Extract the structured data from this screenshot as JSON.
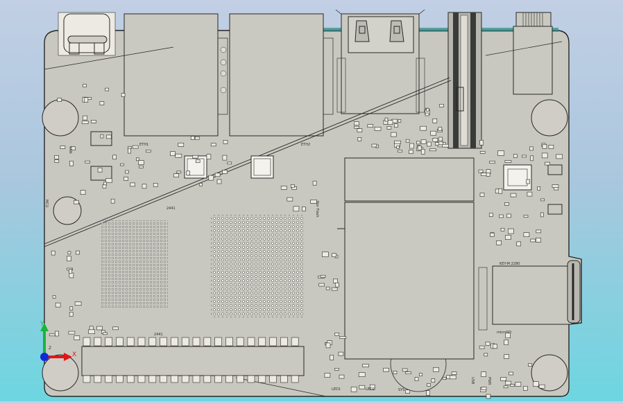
{
  "view": {
    "background_top": "#c2cfe4",
    "background_bottom": "#6dd6e0",
    "board_color": "#c9c8c0",
    "outline_color": "#262626"
  },
  "labels": {
    "eth1": "ETH1",
    "eth2": "ETH2",
    "key_m": "KEY-M 2280",
    "microsd": "microSD",
    "led1": "LED1",
    "led2": "LED2",
    "sys": "SYS",
    "pwr": "PWR",
    "usb": "USB",
    "nor_flash": "Nor Flash",
    "fan": "FAN",
    "mcu": "MCU",
    "u1": "2441",
    "u2": "2441"
  },
  "axes": {
    "x": "X",
    "y": "Y",
    "z": "Z",
    "x_color": "#e01515",
    "y_color": "#18b53a",
    "origin_color": "#1028d8"
  }
}
